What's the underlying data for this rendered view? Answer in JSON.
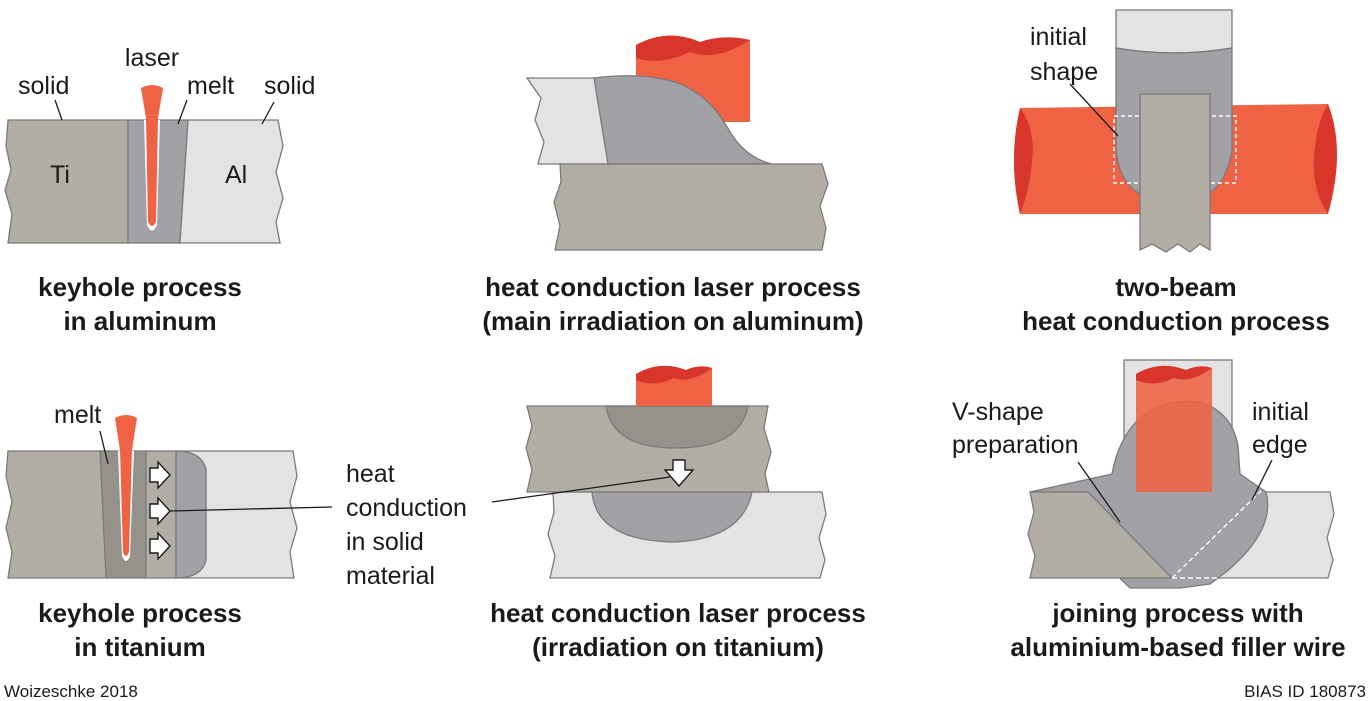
{
  "colors": {
    "titanium": "#b2aea6",
    "aluminum": "#e3e3e4",
    "melt": "#a1a1a6",
    "melt_dark": "#95928c",
    "laser": "#ef6244",
    "laser_dark": "#d8362b",
    "outline": "#7a7a7a",
    "text": "#1a1a1a"
  },
  "panels": {
    "keyhole_al": {
      "labels": {
        "laser": "laser",
        "solid_left": "solid",
        "melt": "melt",
        "solid_right": "solid",
        "ti": "Ti",
        "al": "Al"
      },
      "caption": [
        "keyhole process",
        "in aluminum"
      ]
    },
    "hc_al": {
      "caption": [
        "heat conduction laser process",
        "(main irradiation on aluminum)"
      ]
    },
    "two_beam": {
      "labels": {
        "initial_shape": [
          "initial",
          "shape"
        ]
      },
      "caption": [
        "two-beam",
        "heat conduction process"
      ]
    },
    "keyhole_ti": {
      "labels": {
        "melt": "melt",
        "heat_conduction": [
          "heat",
          "conduction",
          "in solid",
          "material"
        ]
      },
      "caption": [
        "keyhole process",
        "in titanium"
      ]
    },
    "hc_ti": {
      "caption": [
        "heat conduction laser process",
        "(irradiation on titanium)"
      ]
    },
    "filler": {
      "labels": {
        "v_shape": [
          "V-shape",
          "preparation"
        ],
        "initial_edge": [
          "initial",
          "edge"
        ]
      },
      "caption": [
        "joining process with",
        "aluminium-based filler wire"
      ]
    }
  },
  "footer": {
    "left": "Woizeschke 2018",
    "right": "BIAS ID 180873"
  }
}
